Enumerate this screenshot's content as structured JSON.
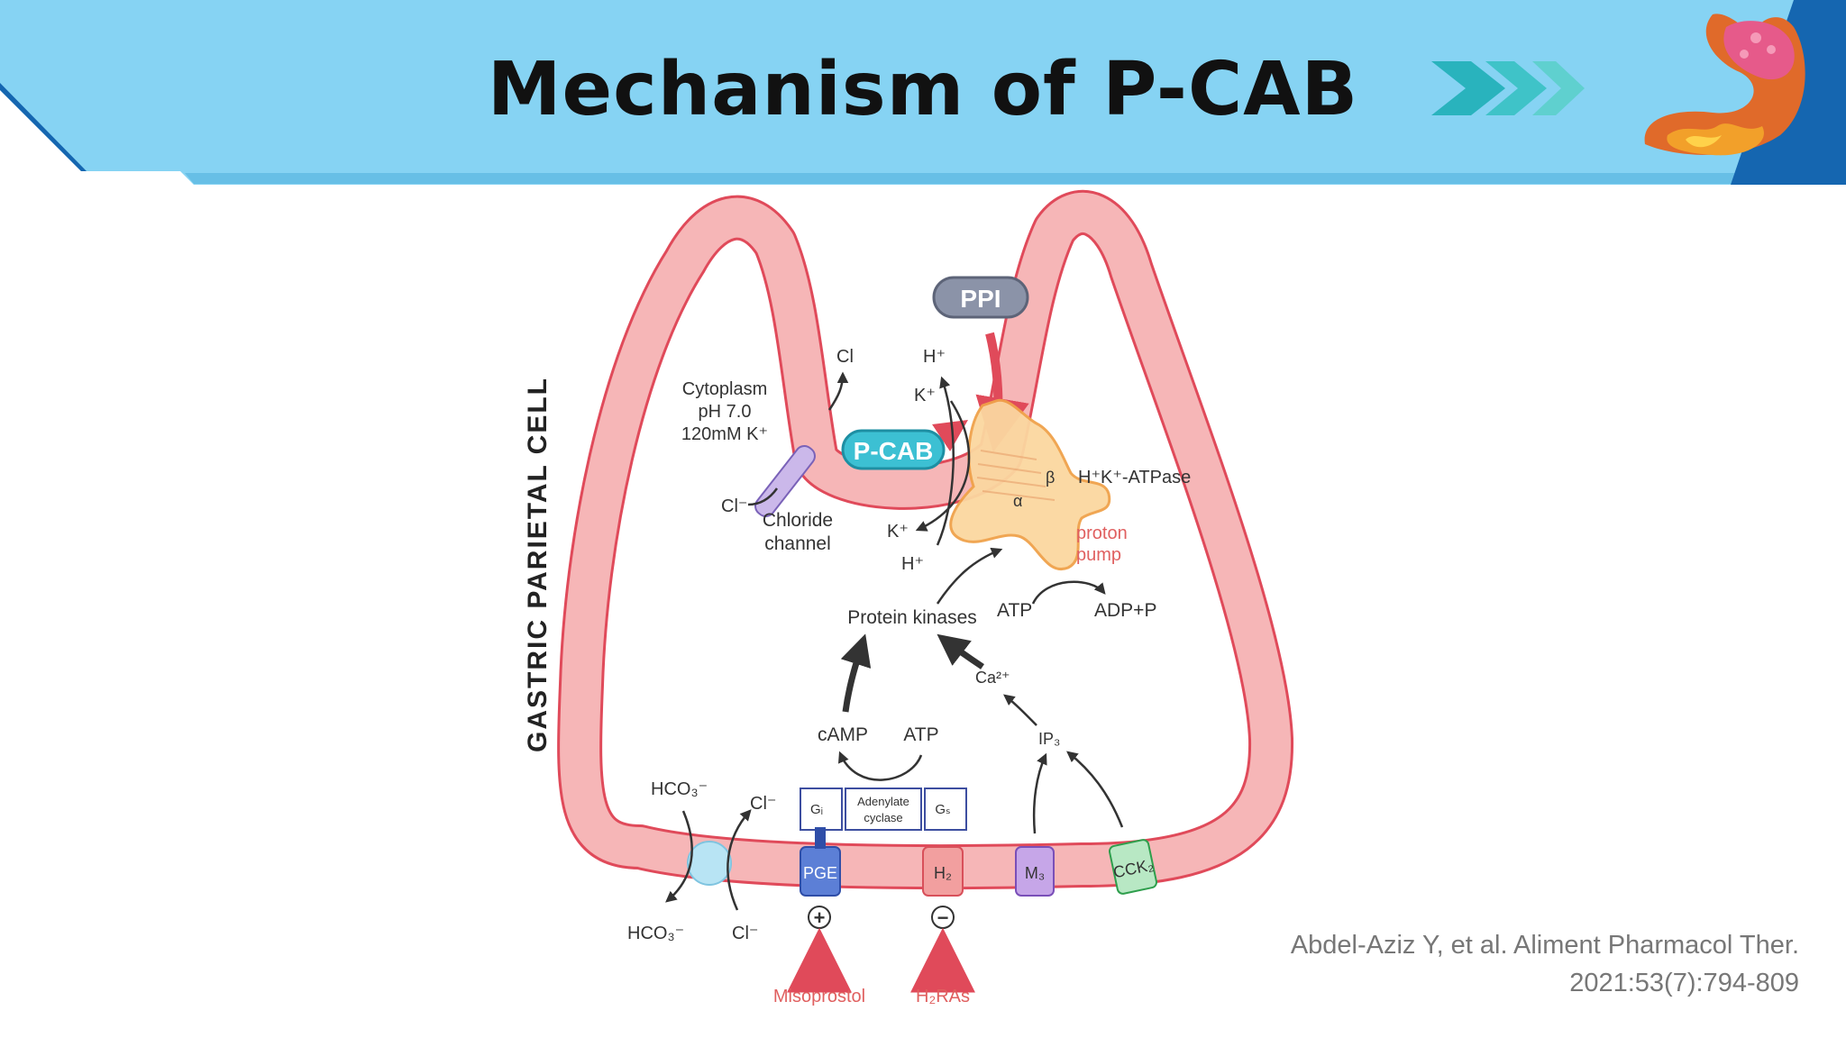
{
  "slide": {
    "title": "Mechanism of P-CAB",
    "citation_line1": "Abdel-Aziz Y, et al. Aliment Pharmacol Ther.",
    "citation_line2": "2021:53(7):794-809"
  },
  "diagram": {
    "cell_label": "GASTRIC PARIETAL CELL",
    "ppi": "PPI",
    "pcab": "P-CAB",
    "cl_out": "Cl",
    "h_out": "H⁺",
    "k_in_top": "K⁺",
    "cytoplasm_line1": "Cytoplasm",
    "cytoplasm_line2": "pH 7.0",
    "cytoplasm_line3": "120mM K⁺",
    "cl_in": "Cl⁻",
    "chloride_line1": "Chloride",
    "chloride_line2": "channel",
    "atpase": "H⁺K⁺-ATPase",
    "beta": "β",
    "alpha": "α",
    "proton_line1": "proton",
    "proton_line2": "pump",
    "k_mid": "K⁺",
    "h_mid": "H⁺",
    "protein_kinases": "Protein kinases",
    "atp_top": "ATP",
    "adp": "ADP+P",
    "ca": "Ca²⁺",
    "camp": "cAMP",
    "atp_bottom": "ATP",
    "ip3": "IP₃",
    "hco3_top": "HCO₃⁻",
    "cl_top": "Cl⁻",
    "gi": "Gᵢ",
    "adenylate_line1": "Adenylate",
    "adenylate_line2": "cyclase",
    "gs": "Gₛ",
    "pge": "PGE",
    "h2": "H₂",
    "m3": "M₃",
    "cck": "CCK₂",
    "hco3_bottom": "HCO₃⁻",
    "cl_bottom": "Cl⁻",
    "plus": "+",
    "minus": "−",
    "misoprostol": "Misoprostol",
    "h2ras": "H₂RAs"
  },
  "colors": {
    "header_bg": "#86d3f3",
    "header_dark": "#1566b0",
    "chevron": "#29b3bd",
    "membrane_fill": "#f6b6b7",
    "membrane_stroke": "#e04a5a",
    "pcab_fill": "#3cc0d3",
    "ppi_fill": "#8b93a8",
    "pump_fill": "#fbd7a0",
    "pump_stroke": "#f0a24a",
    "red_text": "#e06060"
  }
}
